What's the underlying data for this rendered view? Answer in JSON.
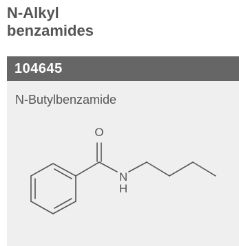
{
  "header": {
    "title_line1": "N-Alkyl",
    "title_line2": "benzamides"
  },
  "compound": {
    "id": "104645",
    "name": "N-Butylbenzamide",
    "atom_labels": {
      "oxygen": "O",
      "nitrogen": "N",
      "hydrogen": "H"
    }
  },
  "colors": {
    "title_text": "#555555",
    "id_bar_background": "#666666",
    "id_bar_text": "#ffffff",
    "card_background": "#efefef",
    "structure_stroke": "#555555"
  }
}
